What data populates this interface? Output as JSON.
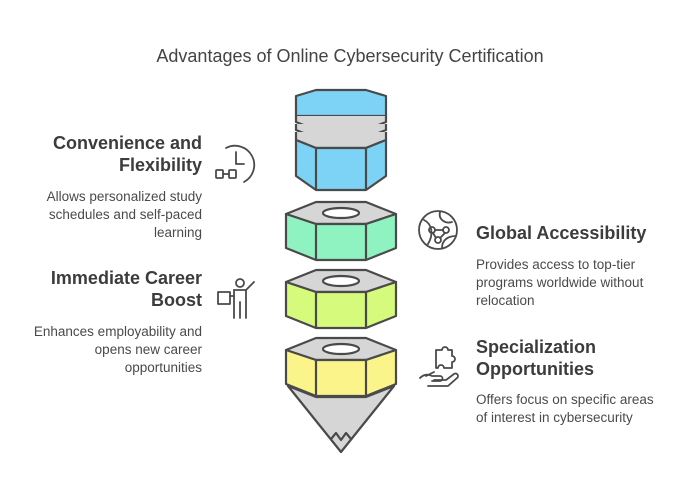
{
  "title": "Advantages of Online Cybersecurity Certification",
  "items": [
    {
      "heading_line1": "Convenience and",
      "heading_line2": "Flexibility",
      "desc_line1": "Allows personalized study",
      "desc_line2": "schedules and self-paced",
      "desc_line3": "learning",
      "icon": "clock-icon"
    },
    {
      "heading_line1": "Global Accessibility",
      "desc_line1": "Provides access to top-tier",
      "desc_line2": "programs worldwide without",
      "desc_line3": "relocation",
      "icon": "globe-network-icon"
    },
    {
      "heading_line1": "Immediate Career",
      "heading_line2": "Boost",
      "desc_line1": "Enhances employability and",
      "desc_line2": "opens new career",
      "desc_line3": "opportunities",
      "icon": "presenter-icon"
    },
    {
      "heading_line1": "Specialization",
      "heading_line2": "Opportunities",
      "desc_line1": "Offers focus on specific areas",
      "desc_line2": "of interest in cybersecurity",
      "icon": "hand-puzzle-icon"
    }
  ],
  "colors": {
    "cap": "#7dd3f6",
    "layer_green": "#8ef3c0",
    "layer_lime": "#d5fa7c",
    "layer_yellow": "#fbf48a",
    "tip": "#d6d6d6",
    "stroke": "#4a4a4a"
  }
}
